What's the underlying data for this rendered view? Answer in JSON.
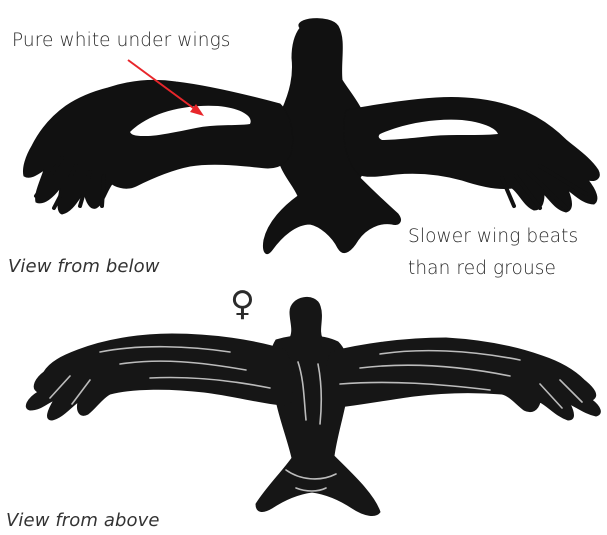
{
  "annotations": {
    "under_wings": "Pure white under wings",
    "wing_beats_line1": "Slower wing beats",
    "wing_beats_line2": "than red grouse",
    "view_below": "View from below",
    "view_above": "View from above",
    "sex_symbol": "♀"
  },
  "colors": {
    "silhouette": "#111111",
    "arrow": "#e8262b",
    "white_patch": "#ffffff",
    "feather_highlight": "#cfcfcf"
  },
  "icons": {
    "bird_below": "bird-silhouette-from-below",
    "bird_above": "bird-silhouette-from-above",
    "arrow": "red-pointer-arrow",
    "female": "female-symbol"
  }
}
